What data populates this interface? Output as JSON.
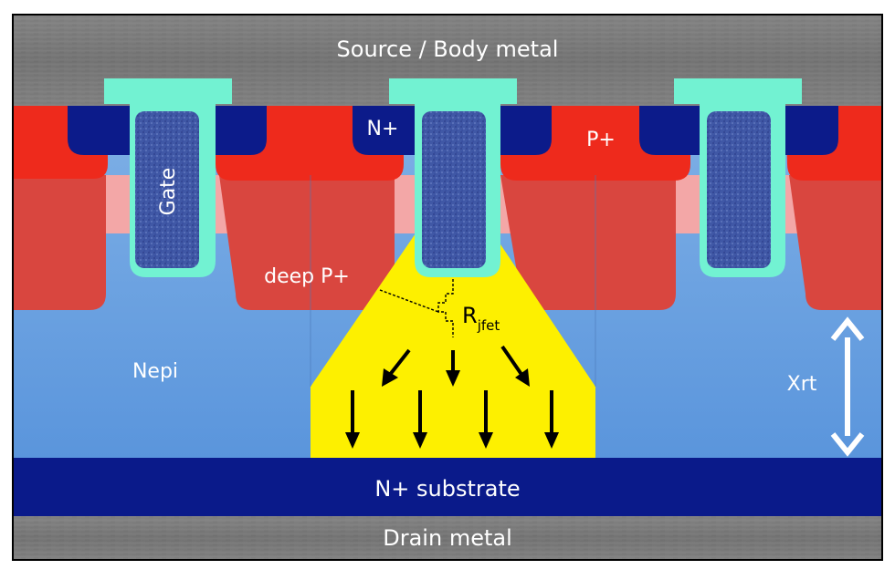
{
  "labels": {
    "source_metal": "Source / Body metal",
    "gate": "Gate",
    "n_plus": "N+",
    "p_plus": "P+",
    "deep_p_plus": "deep P+",
    "r_main": "R",
    "r_sub": "jfet",
    "nepi": "Nepi",
    "xrt": "Xrt",
    "substrate": "N+ substrate",
    "drain_metal": "Drain metal"
  },
  "colors": {
    "metal": "#7d7d7d",
    "p_plus": "#ee2a1c",
    "deep_p_plus": "#d9463f",
    "p_body": "#f3a7a7",
    "n_plus": "#0c1b8a",
    "gate_poly": "#4058a6",
    "gate_oxide": "#72f2d2",
    "nepi_top": "#76a8e0",
    "nepi_bottom": "#5b97dc",
    "jfet_region": "#fdf000",
    "substrate": "#0a1a8a",
    "text_light": "#ffffff",
    "text_dark": "#000000"
  }
}
